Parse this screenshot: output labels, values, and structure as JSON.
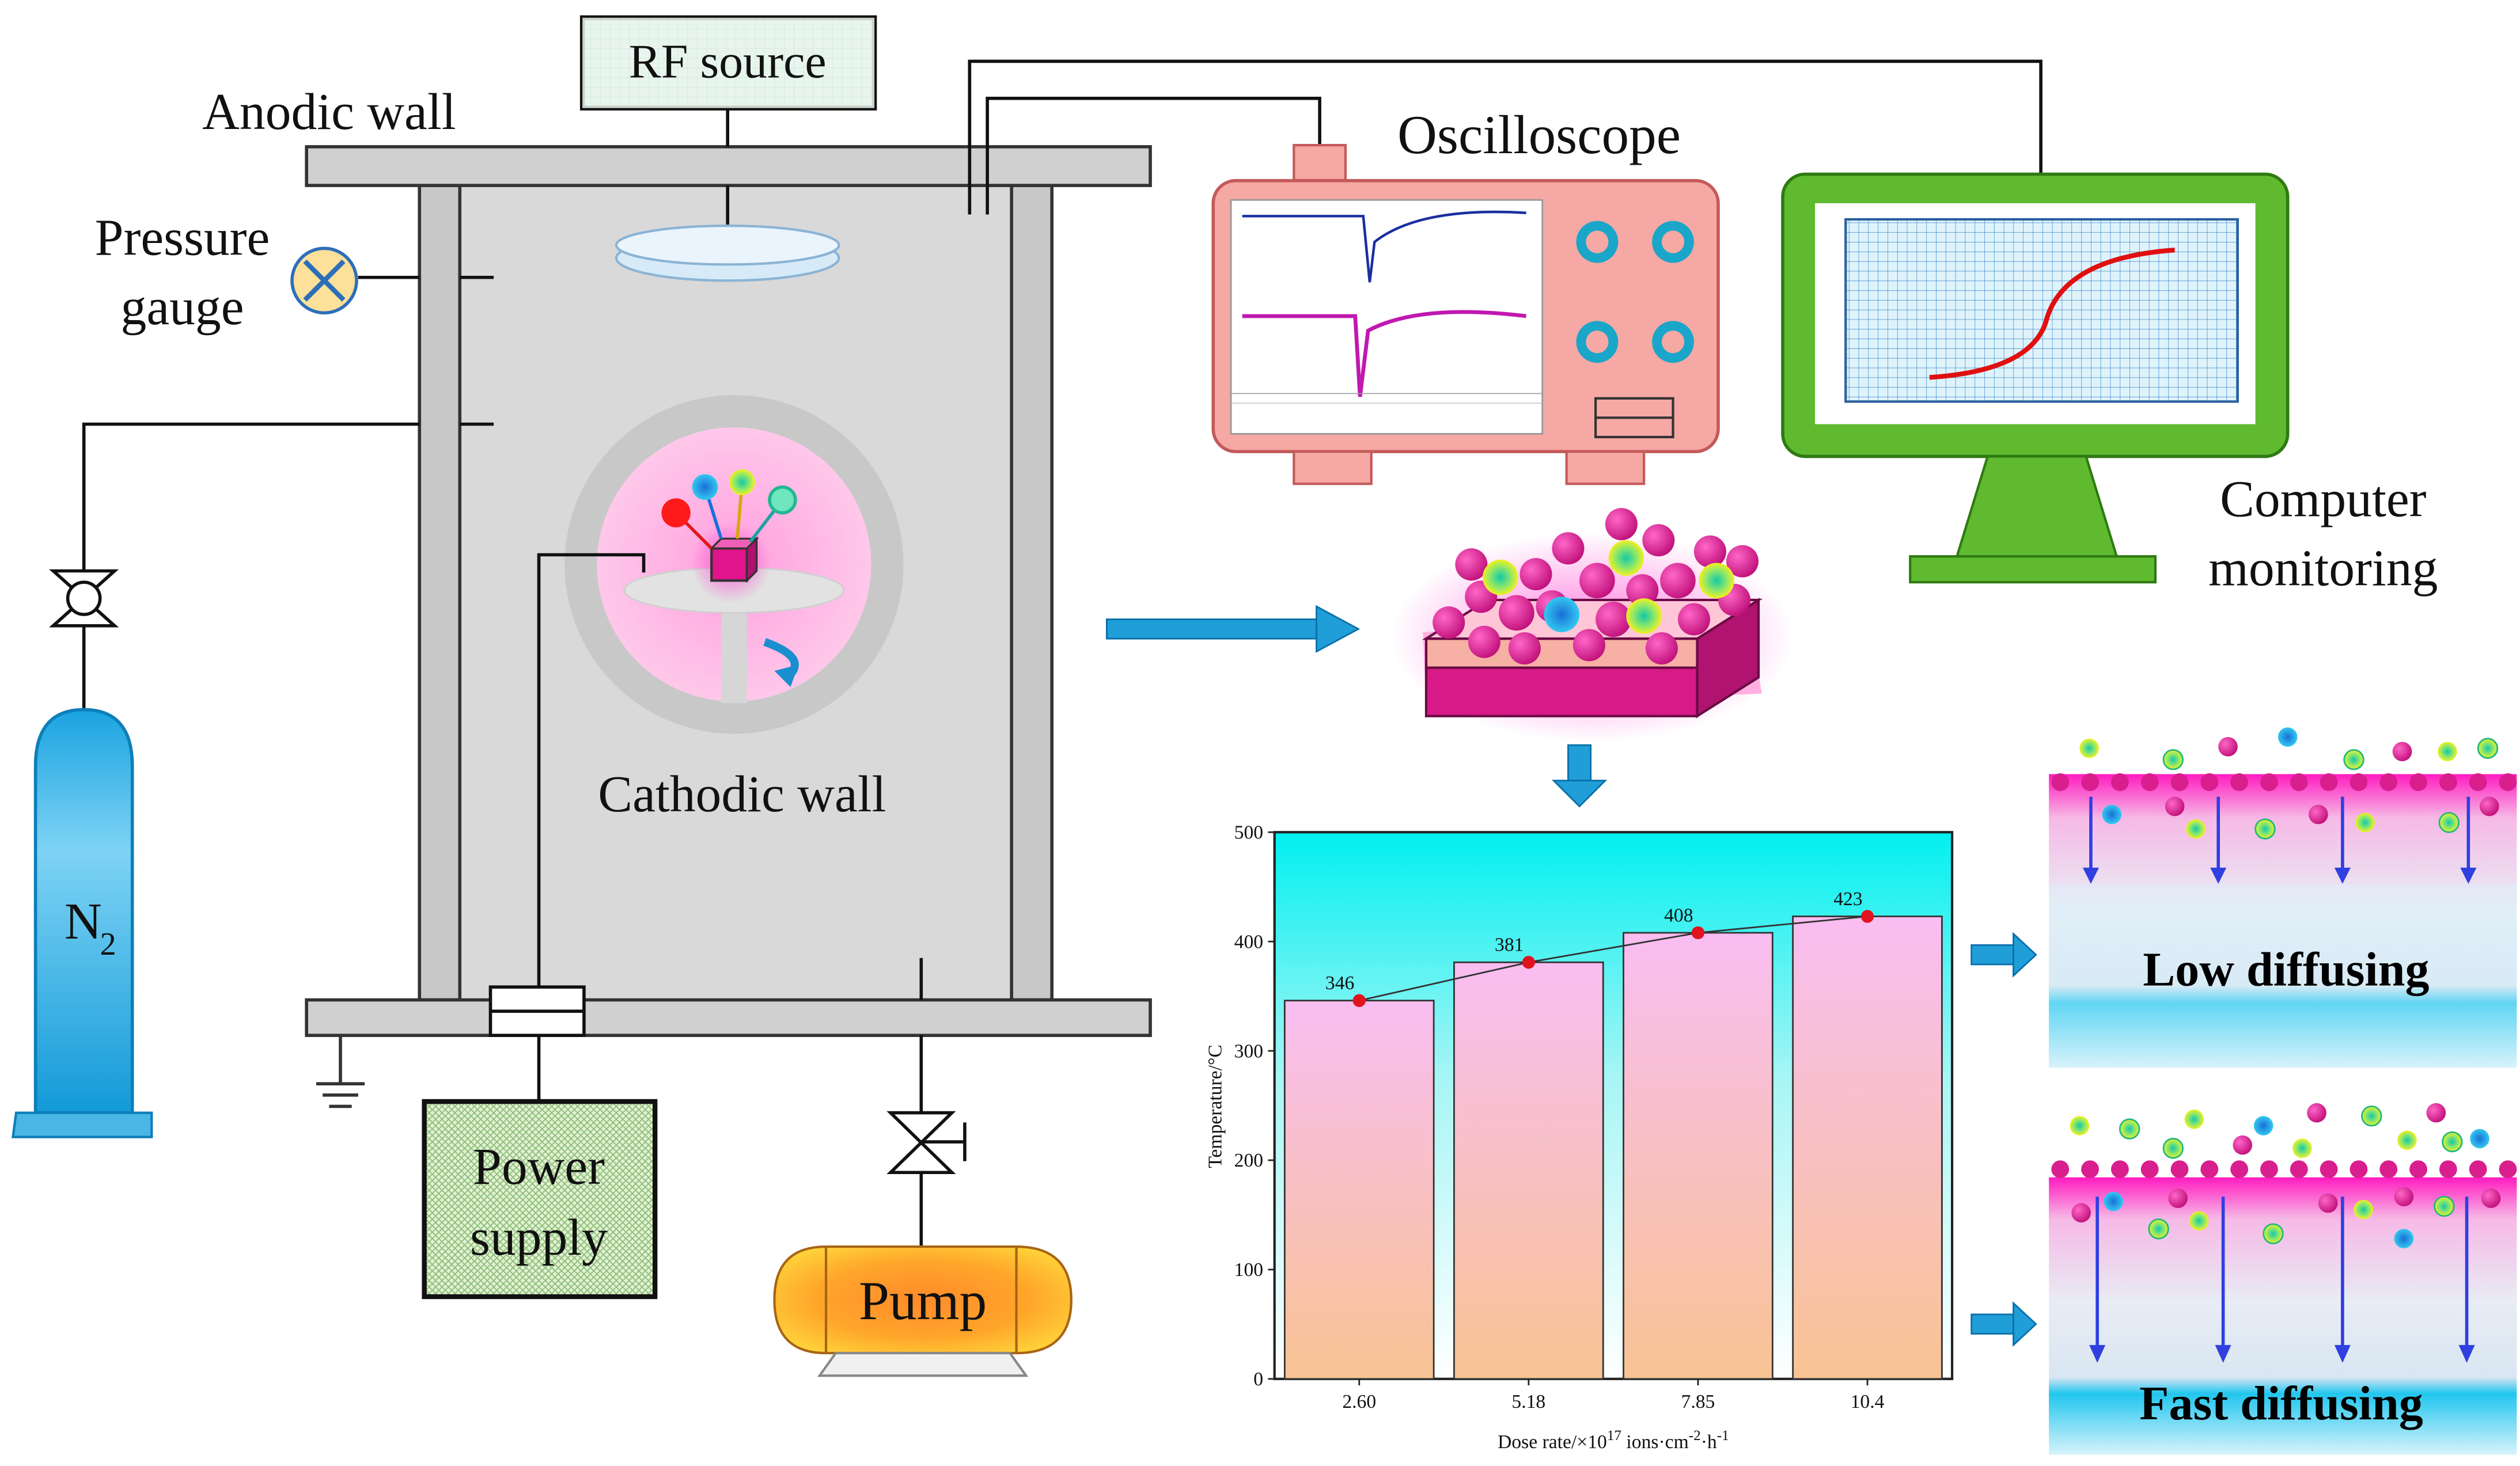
{
  "labels": {
    "rf_source": "RF source",
    "anodic_wall": "Anodic wall",
    "pressure_gauge_line1": "Pressure",
    "pressure_gauge_line2": "gauge",
    "oscilloscope": "Oscilloscope",
    "computer_line1": "Computer",
    "computer_line2": "monitoring",
    "cathodic_wall": "Cathodic wall",
    "n2": "N",
    "n2_sub": "2",
    "power_line1": "Power",
    "power_line2": "supply",
    "pump": "Pump",
    "low_diffusing": "Low diffusing",
    "fast_diffusing": "Fast diffusing"
  },
  "colors": {
    "chamber_fill": "#d9d9d9",
    "wall_fill": "#c8c8c8",
    "oscilloscope_body": "#f6a8a4",
    "monitor_green": "#5fba2f",
    "arrow_blue": "#1f9ed8",
    "cylinder_blue": "#22a8e2",
    "particle_magenta": "#d91e8e",
    "bar_top": "#f9bdf1",
    "bar_bottom": "#f8c393",
    "chart_bg_top": "#00f0f0",
    "chart_line_point": "#e0141e"
  },
  "chart_data": {
    "type": "bar",
    "categories": [
      "2.60",
      "5.18",
      "7.85",
      "10.4"
    ],
    "values": [
      346,
      381,
      408,
      423
    ],
    "data_labels": [
      "346",
      "381",
      "408",
      "423"
    ],
    "overlay": "line with markers through bar tops",
    "ylim": [
      0,
      500
    ],
    "yticks": [
      "0",
      "100",
      "200",
      "300",
      "400",
      "500"
    ],
    "ylabel": "Temperature/°C",
    "xlabel_parts": {
      "a": "Dose rate/×10",
      "b": "17",
      "c": " ions·cm",
      "d": "-2",
      "e": "·h",
      "f": "-1"
    },
    "grid": false
  }
}
